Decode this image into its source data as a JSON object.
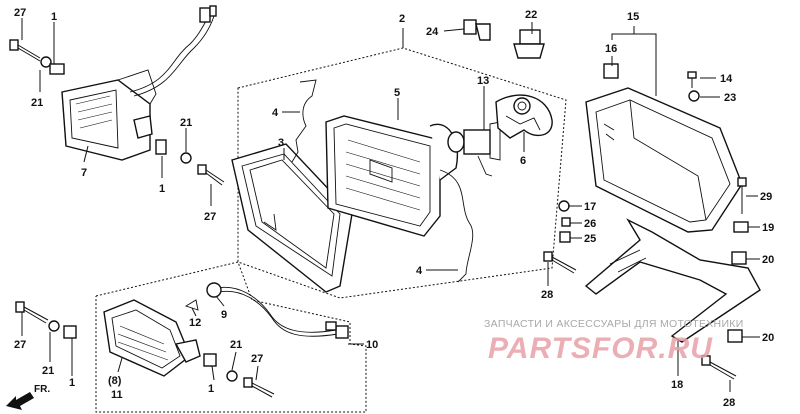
{
  "callouts": [
    {
      "id": "c27a",
      "text": "27"
    },
    {
      "id": "c1a",
      "text": "1"
    },
    {
      "id": "c21a",
      "text": "21"
    },
    {
      "id": "c7",
      "text": "7"
    },
    {
      "id": "c21b",
      "text": "21"
    },
    {
      "id": "c1b",
      "text": "1"
    },
    {
      "id": "c27b",
      "text": "27"
    },
    {
      "id": "c2",
      "text": "2"
    },
    {
      "id": "c3",
      "text": "3"
    },
    {
      "id": "c4a",
      "text": "4"
    },
    {
      "id": "c5",
      "text": "5"
    },
    {
      "id": "c4b",
      "text": "4"
    },
    {
      "id": "c13",
      "text": "13"
    },
    {
      "id": "c6",
      "text": "6"
    },
    {
      "id": "c24",
      "text": "24"
    },
    {
      "id": "c22",
      "text": "22"
    },
    {
      "id": "c15",
      "text": "15"
    },
    {
      "id": "c16",
      "text": "16"
    },
    {
      "id": "c14",
      "text": "14"
    },
    {
      "id": "c23",
      "text": "23"
    },
    {
      "id": "c29",
      "text": "29"
    },
    {
      "id": "c17",
      "text": "17"
    },
    {
      "id": "c26",
      "text": "26"
    },
    {
      "id": "c25",
      "text": "25"
    },
    {
      "id": "c19",
      "text": "19"
    },
    {
      "id": "c20a",
      "text": "20"
    },
    {
      "id": "c28a",
      "text": "28"
    },
    {
      "id": "c20b",
      "text": "20"
    },
    {
      "id": "c18",
      "text": "18"
    },
    {
      "id": "c28b",
      "text": "28"
    },
    {
      "id": "c12",
      "text": "12"
    },
    {
      "id": "c9",
      "text": "9"
    },
    {
      "id": "c10",
      "text": "10"
    },
    {
      "id": "c27c",
      "text": "27"
    },
    {
      "id": "c21c",
      "text": "21"
    },
    {
      "id": "c1c",
      "text": "1"
    },
    {
      "id": "c8",
      "text": "(8)"
    },
    {
      "id": "c11",
      "text": "11"
    },
    {
      "id": "c21d",
      "text": "21"
    },
    {
      "id": "c1d",
      "text": "1"
    },
    {
      "id": "c27d",
      "text": "27"
    }
  ],
  "front_arrow": "FR.",
  "watermark": {
    "caption": "ЗАПЧАСТИ И АКСЕССУАРЫ ДЛЯ МОТОТЕХНИКИ",
    "brand": "PARTSFOR.RU"
  }
}
